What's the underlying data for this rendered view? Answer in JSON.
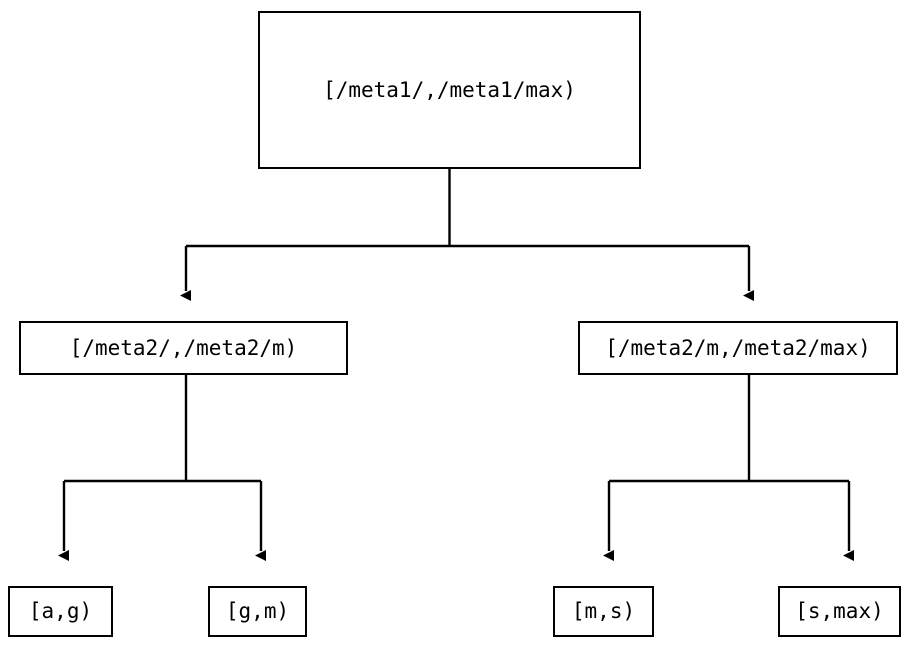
{
  "diagram": {
    "type": "binary-partition-tree",
    "title": "",
    "background_color": "#ffffff",
    "line_color": "#000000",
    "text_color": "#000000",
    "nodes": {
      "root": {
        "label": "[/meta1/,/meta1/max)",
        "level": 0
      },
      "meta2_low": {
        "label": "[/meta2/,/meta2/m)",
        "level": 1
      },
      "meta2_high": {
        "label": "[/meta2/m,/meta2/max)",
        "level": 1
      },
      "leaf_ag": {
        "label": "[a,g)",
        "level": 2
      },
      "leaf_gm": {
        "label": "[g,m)",
        "level": 2
      },
      "leaf_ms": {
        "label": "[m,s)",
        "level": 2
      },
      "leaf_smax": {
        "label": "[s,max)",
        "level": 2
      }
    },
    "edges": [
      {
        "from": "root",
        "to": "meta2_low",
        "arrow": "down"
      },
      {
        "from": "root",
        "to": "meta2_high",
        "arrow": "down"
      },
      {
        "from": "meta2_low",
        "to": "leaf_ag",
        "arrow": "down"
      },
      {
        "from": "meta2_low",
        "to": "leaf_gm",
        "arrow": "down"
      },
      {
        "from": "meta2_high",
        "to": "leaf_ms",
        "arrow": "down"
      },
      {
        "from": "meta2_high",
        "to": "leaf_smax",
        "arrow": "down"
      }
    ]
  }
}
